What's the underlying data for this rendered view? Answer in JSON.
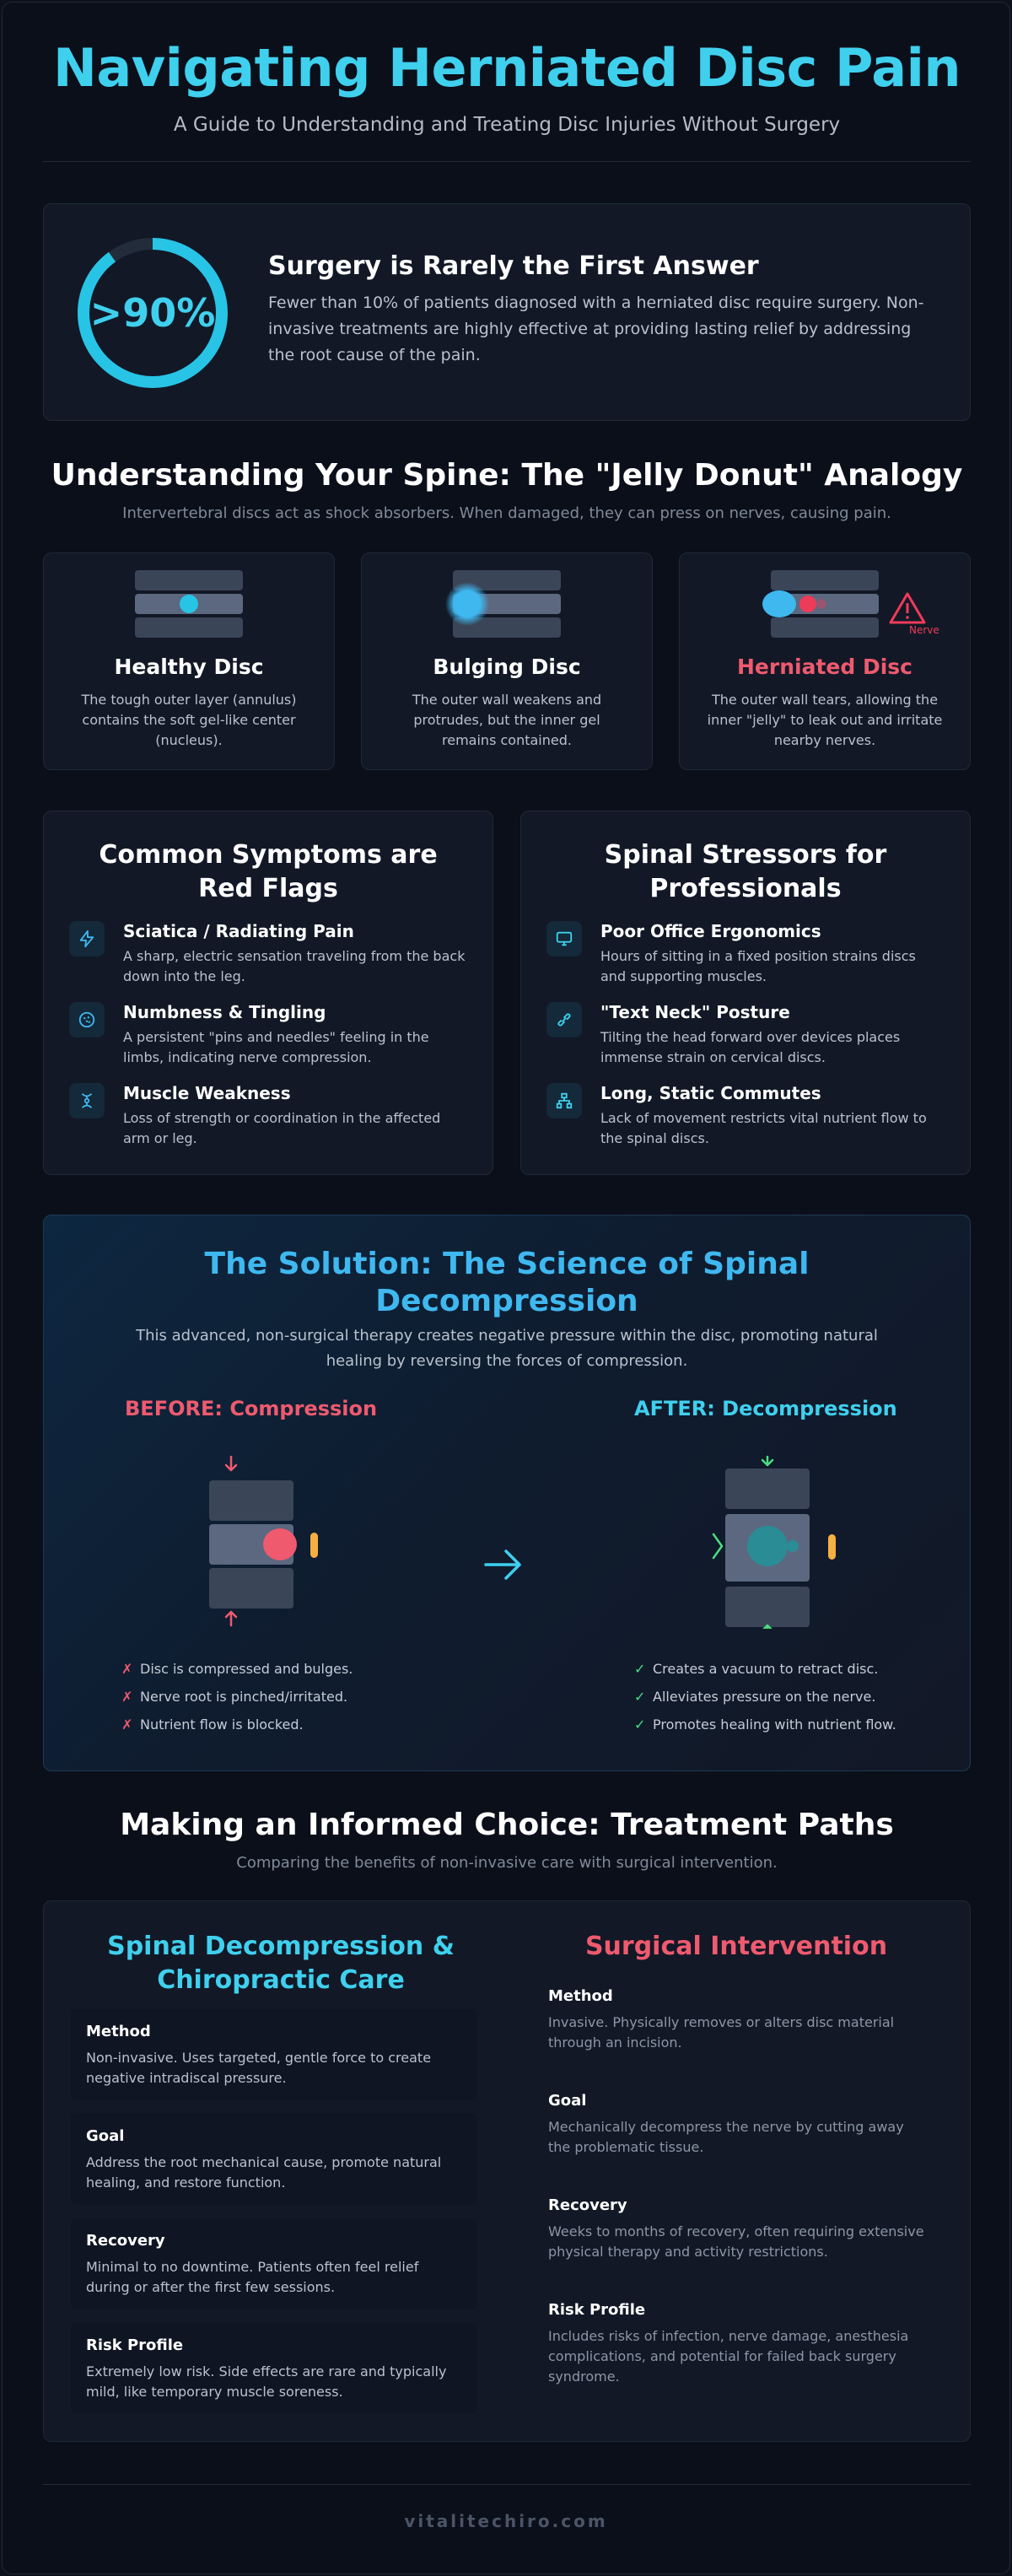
{
  "header": {
    "title": "Navigating Herniated Disc Pain",
    "subtitle": "A Guide to Understanding and Treating Disc Injuries Without Surgery"
  },
  "stat": {
    "value": ">90%",
    "ring_fraction": 0.9,
    "heading": "Surgery is Rarely the First Answer",
    "text": "Fewer than 10% of patients diagnosed with a herniated disc require surgery. Non-invasive treatments are highly effective at providing lasting relief by addressing the root cause of the pain."
  },
  "spine": {
    "title": "Understanding Your Spine: The \"Jelly Donut\" Analogy",
    "subtitle": "Intervertebral discs act as shock absorbers. When damaged, they can press on nerves, causing pain.",
    "cards": [
      {
        "title": "Healthy Disc",
        "text": "The tough outer layer (annulus) contains the soft gel-like center (nucleus)."
      },
      {
        "title": "Bulging Disc",
        "text": "The outer wall weakens and protrudes, but the inner gel remains contained."
      },
      {
        "title": "Herniated Disc",
        "text": "The outer wall tears, allowing the inner \"jelly\" to leak out and irritate nearby nerves.",
        "nerve_label": "Nerve"
      }
    ]
  },
  "symptoms": {
    "title": "Common Symptoms are Red Flags",
    "items": [
      {
        "title": "Sciatica / Radiating Pain",
        "text": "A sharp, electric sensation traveling from the back down into the leg.",
        "icon": "lightning-icon"
      },
      {
        "title": "Numbness & Tingling",
        "text": "A persistent \"pins and needles\" feeling in the limbs, indicating nerve compression.",
        "icon": "dotted-circle-icon"
      },
      {
        "title": "Muscle Weakness",
        "text": "Loss of strength or coordination in the affected arm or leg.",
        "icon": "body-icon"
      }
    ]
  },
  "stressors": {
    "title": "Spinal Stressors for Professionals",
    "items": [
      {
        "title": "Poor Office Ergonomics",
        "text": "Hours of sitting in a fixed position strains discs and supporting muscles.",
        "icon": "monitor-icon"
      },
      {
        "title": "\"Text Neck\" Posture",
        "text": "Tilting the head forward over devices places immense strain on cervical discs.",
        "icon": "link-icon"
      },
      {
        "title": "Long, Static Commutes",
        "text": "Lack of movement restricts vital nutrient flow to the spinal discs.",
        "icon": "network-icon"
      }
    ]
  },
  "solution": {
    "title": "The Solution: The Science of Spinal Decompression",
    "text": "This advanced, non-surgical therapy creates negative pressure within the disc, promoting natural healing by reversing the forces of compression.",
    "before": {
      "title": "BEFORE: Compression",
      "mark": "✗",
      "points": [
        "Disc is compressed and bulges.",
        "Nerve root is pinched/irritated.",
        "Nutrient flow is blocked."
      ]
    },
    "after": {
      "title": "AFTER: Decompression",
      "mark": "✓",
      "points": [
        "Creates a vacuum to retract disc.",
        "Alleviates pressure on the nerve.",
        "Promotes healing with nutrient flow."
      ]
    }
  },
  "treatment": {
    "title": "Making an Informed Choice: Treatment Paths",
    "subtitle": "Comparing the benefits of non-invasive care with surgical intervention.",
    "left": {
      "title": "Spinal Decompression & Chiropractic Care",
      "rows": [
        {
          "label": "Method",
          "text": "Non-invasive. Uses targeted, gentle force to create negative intradiscal pressure."
        },
        {
          "label": "Goal",
          "text": "Address the root mechanical cause, promote natural healing, and restore function."
        },
        {
          "label": "Recovery",
          "text": "Minimal to no downtime. Patients often feel relief during or after the first few sessions."
        },
        {
          "label": "Risk Profile",
          "text": "Extremely low risk. Side effects are rare and typically mild, like temporary muscle soreness."
        }
      ]
    },
    "right": {
      "title": "Surgical Intervention",
      "rows": [
        {
          "label": "Method",
          "text": "Invasive. Physically removes or alters disc material through an incision."
        },
        {
          "label": "Goal",
          "text": "Mechanically decompress the nerve by cutting away the problematic tissue."
        },
        {
          "label": "Recovery",
          "text": "Weeks to months of recovery, often requiring extensive physical therapy and activity restrictions."
        },
        {
          "label": "Risk Profile",
          "text": "Includes risks of infection, nerve damage, anesthesia complications, and potential for failed back surgery syndrome."
        }
      ]
    }
  },
  "footer": {
    "site": "vitalitechiro.com"
  },
  "colors": {
    "cyan": "#3fd0ee",
    "blue": "#3fb8f0",
    "red": "#ef5a6f",
    "green": "#4ade80",
    "amber": "#f5b041"
  }
}
